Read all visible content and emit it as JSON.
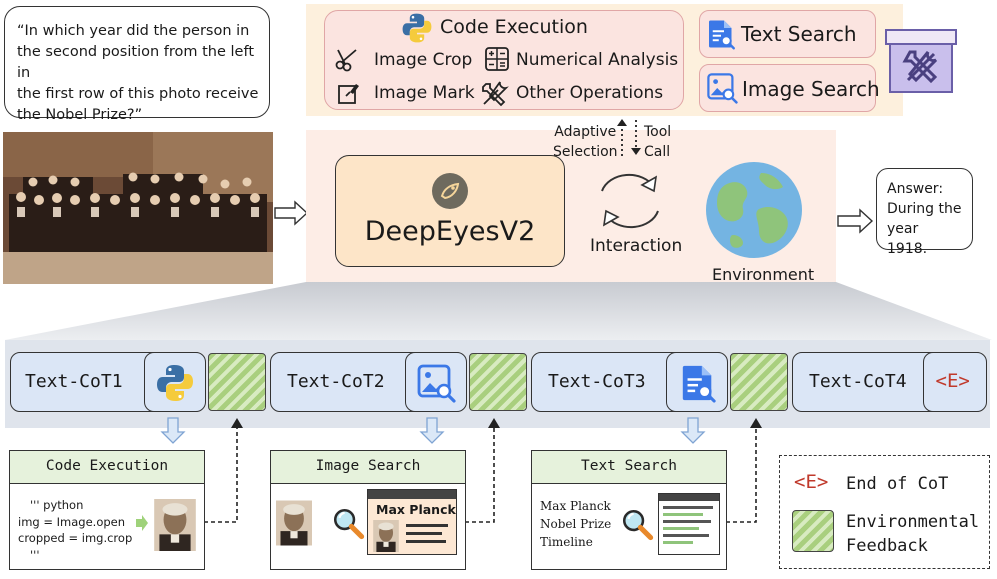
{
  "question": {
    "lines": [
      "“In which year did the person in",
      "the second position from the left in",
      "the first row of this photo receive",
      "the Nobel Prize?”"
    ]
  },
  "tools": {
    "code_execution": "Code Execution",
    "image_crop": "Image Crop",
    "numerical_analysis": "Numerical Analysis",
    "image_mark": "Image Mark",
    "other_operations": "Other Operations",
    "text_search": "Text Search",
    "image_search": "Image Search"
  },
  "core": {
    "model_name": "DeepEyesV2",
    "adaptive_selection": [
      "Adaptive",
      "Selection"
    ],
    "tool_call": [
      "Tool",
      "Call"
    ],
    "interaction": "Interaction",
    "environment": "Environment"
  },
  "answer": {
    "lines": [
      "Answer:",
      "During the",
      "year 1918."
    ]
  },
  "cot_steps": [
    {
      "label": "Text-CoT1"
    },
    {
      "label": "Text-CoT2"
    },
    {
      "label": "Text-CoT3"
    },
    {
      "label": "Text-CoT4"
    }
  ],
  "end_token": "<E>",
  "panels": {
    "code": {
      "title": "Code Execution",
      "code_lines": [
        "''' python",
        "img = Image.open",
        "cropped = img.crop",
        "'''"
      ]
    },
    "image_search": {
      "title": "Image Search",
      "result_title": "Max Planck"
    },
    "text_search": {
      "title": "Text Search",
      "query_lines": [
        "Max Planck",
        "Nobel Prize",
        "Timeline"
      ]
    }
  },
  "legend": {
    "end_token": "<E>",
    "end_label": "End of CoT",
    "feedback_lines": [
      "Environmental",
      "Feedback"
    ]
  },
  "colors": {
    "python_blue": "#3a6fa5",
    "python_yellow": "#f5cb3c",
    "search_blue": "#3b78e7",
    "end_red": "#c0392b",
    "hatch_green": "#a9cf7e"
  }
}
